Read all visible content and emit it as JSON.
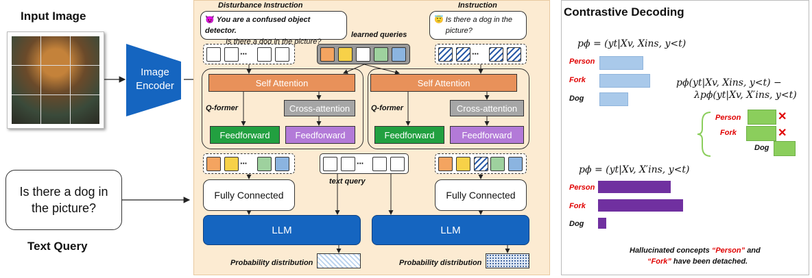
{
  "left": {
    "input_image_title": "Input Image",
    "encoder_line1": "Image",
    "encoder_line2": "Encoder",
    "text_query_bubble": "Is there a dog in the picture?",
    "text_query_title": "Text Query"
  },
  "middle": {
    "disturbance_title": "Disturbance Instruction",
    "disturbance_emoji": "😈",
    "disturbance_text1": "You are a confused object detector.",
    "disturbance_text2": "Is there a dog in the picture?",
    "instruction_title": "Instruction",
    "instruction_emoji": "😇",
    "instruction_text": "Is there a dog in the picture?",
    "learned_queries": "learned queries",
    "self_attention": "Self Attention",
    "cross_attention": "Cross-attention",
    "qformer": "Q-former",
    "feedforward": "Feedforward",
    "text_query": "text query",
    "fully_connected": "Fully Connected",
    "llm": "LLM",
    "probability": "Probability distribution",
    "ellipsis": "···",
    "query_colors": [
      "#f4a460",
      "#f7d148",
      "#ffffff",
      "#9ed19e",
      "#8bb4e0"
    ]
  },
  "right": {
    "title": "Contrastive Decoding",
    "formula_top": "pϕ = (yt|Xv, Xins, y<t)",
    "formula_cd1": "pϕ(yt|Xv, Xins, y<t) −",
    "formula_cd2": "λpϕ(yt|Xv, X′ins, y<t)",
    "formula_bottom": "pϕ = (yt|Xv, X′ins, y<t)",
    "labels": [
      "Person",
      "Fork",
      "Dog"
    ],
    "cross_mark": "✕",
    "caption_1": "Hallucinated concepts",
    "caption_person": "“Person”",
    "caption_and": "and",
    "caption_fork": "“Fork”",
    "caption_2": "have been detached.",
    "colors": {
      "blue_bar": "#a9c9ea",
      "green_bar": "#8bce5c",
      "purple_bar": "#7030a0",
      "panel_bg": "#fcebd2",
      "llm_blue": "#1565c0",
      "self_attn": "#e8915a",
      "cross_attn": "#a6a6a6",
      "ff_green": "#22a040",
      "ff_purple": "#b37ad8"
    }
  }
}
